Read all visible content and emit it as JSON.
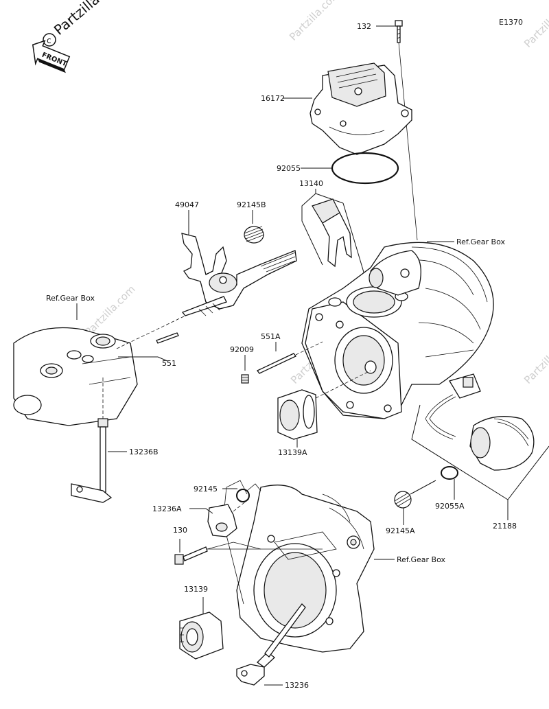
{
  "diagram_code": "E1370",
  "front_label": "FRONT",
  "watermark": {
    "brand": "Partzilla.com",
    "logo": "©"
  },
  "callouts": {
    "p132": "132",
    "p16172": "16172",
    "p92055": "92055",
    "p13140": "13140",
    "ref_gear_box_top": "Ref.Gear Box",
    "p49047": "49047",
    "p92145B": "92145B",
    "ref_gear_box_left": "Ref.Gear Box",
    "p551": "551",
    "p551A": "551A",
    "p92009": "92009",
    "p13139A": "13139A",
    "p13236B": "13236B",
    "p21188": "21188",
    "p92055A": "92055A",
    "p92145A": "92145A",
    "p92145": "92145",
    "p13236A": "13236A",
    "p130": "130",
    "ref_gear_box_bottom": "Ref.Gear Box",
    "p13139": "13139",
    "p13236": "13236"
  }
}
